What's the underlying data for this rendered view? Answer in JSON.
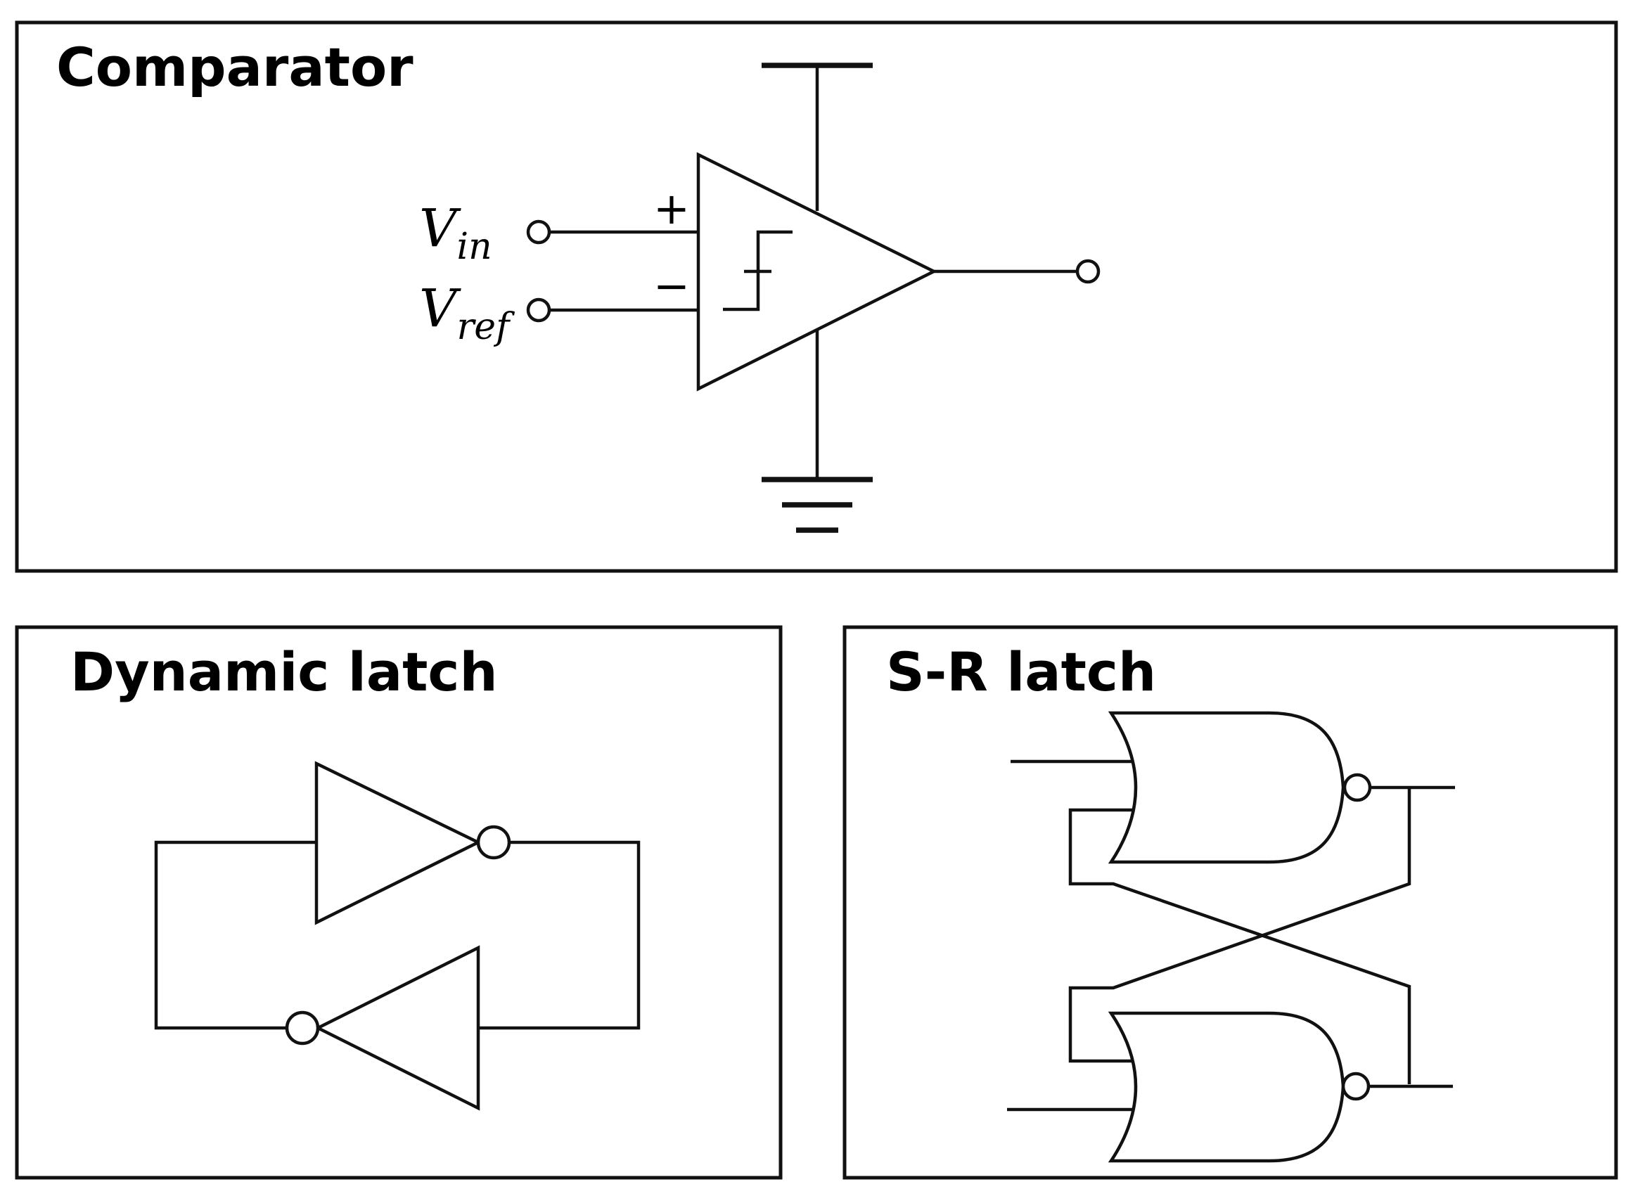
{
  "panels": {
    "comparator": {
      "title": "Comparator",
      "input_positive": {
        "symbol": "V",
        "subscript": "in"
      },
      "input_negative": {
        "symbol": "V",
        "subscript": "ref"
      },
      "plus_sign": "+",
      "minus_sign": "−"
    },
    "dynamic_latch": {
      "title": "Dynamic latch"
    },
    "sr_latch": {
      "title": "S-R latch"
    }
  }
}
